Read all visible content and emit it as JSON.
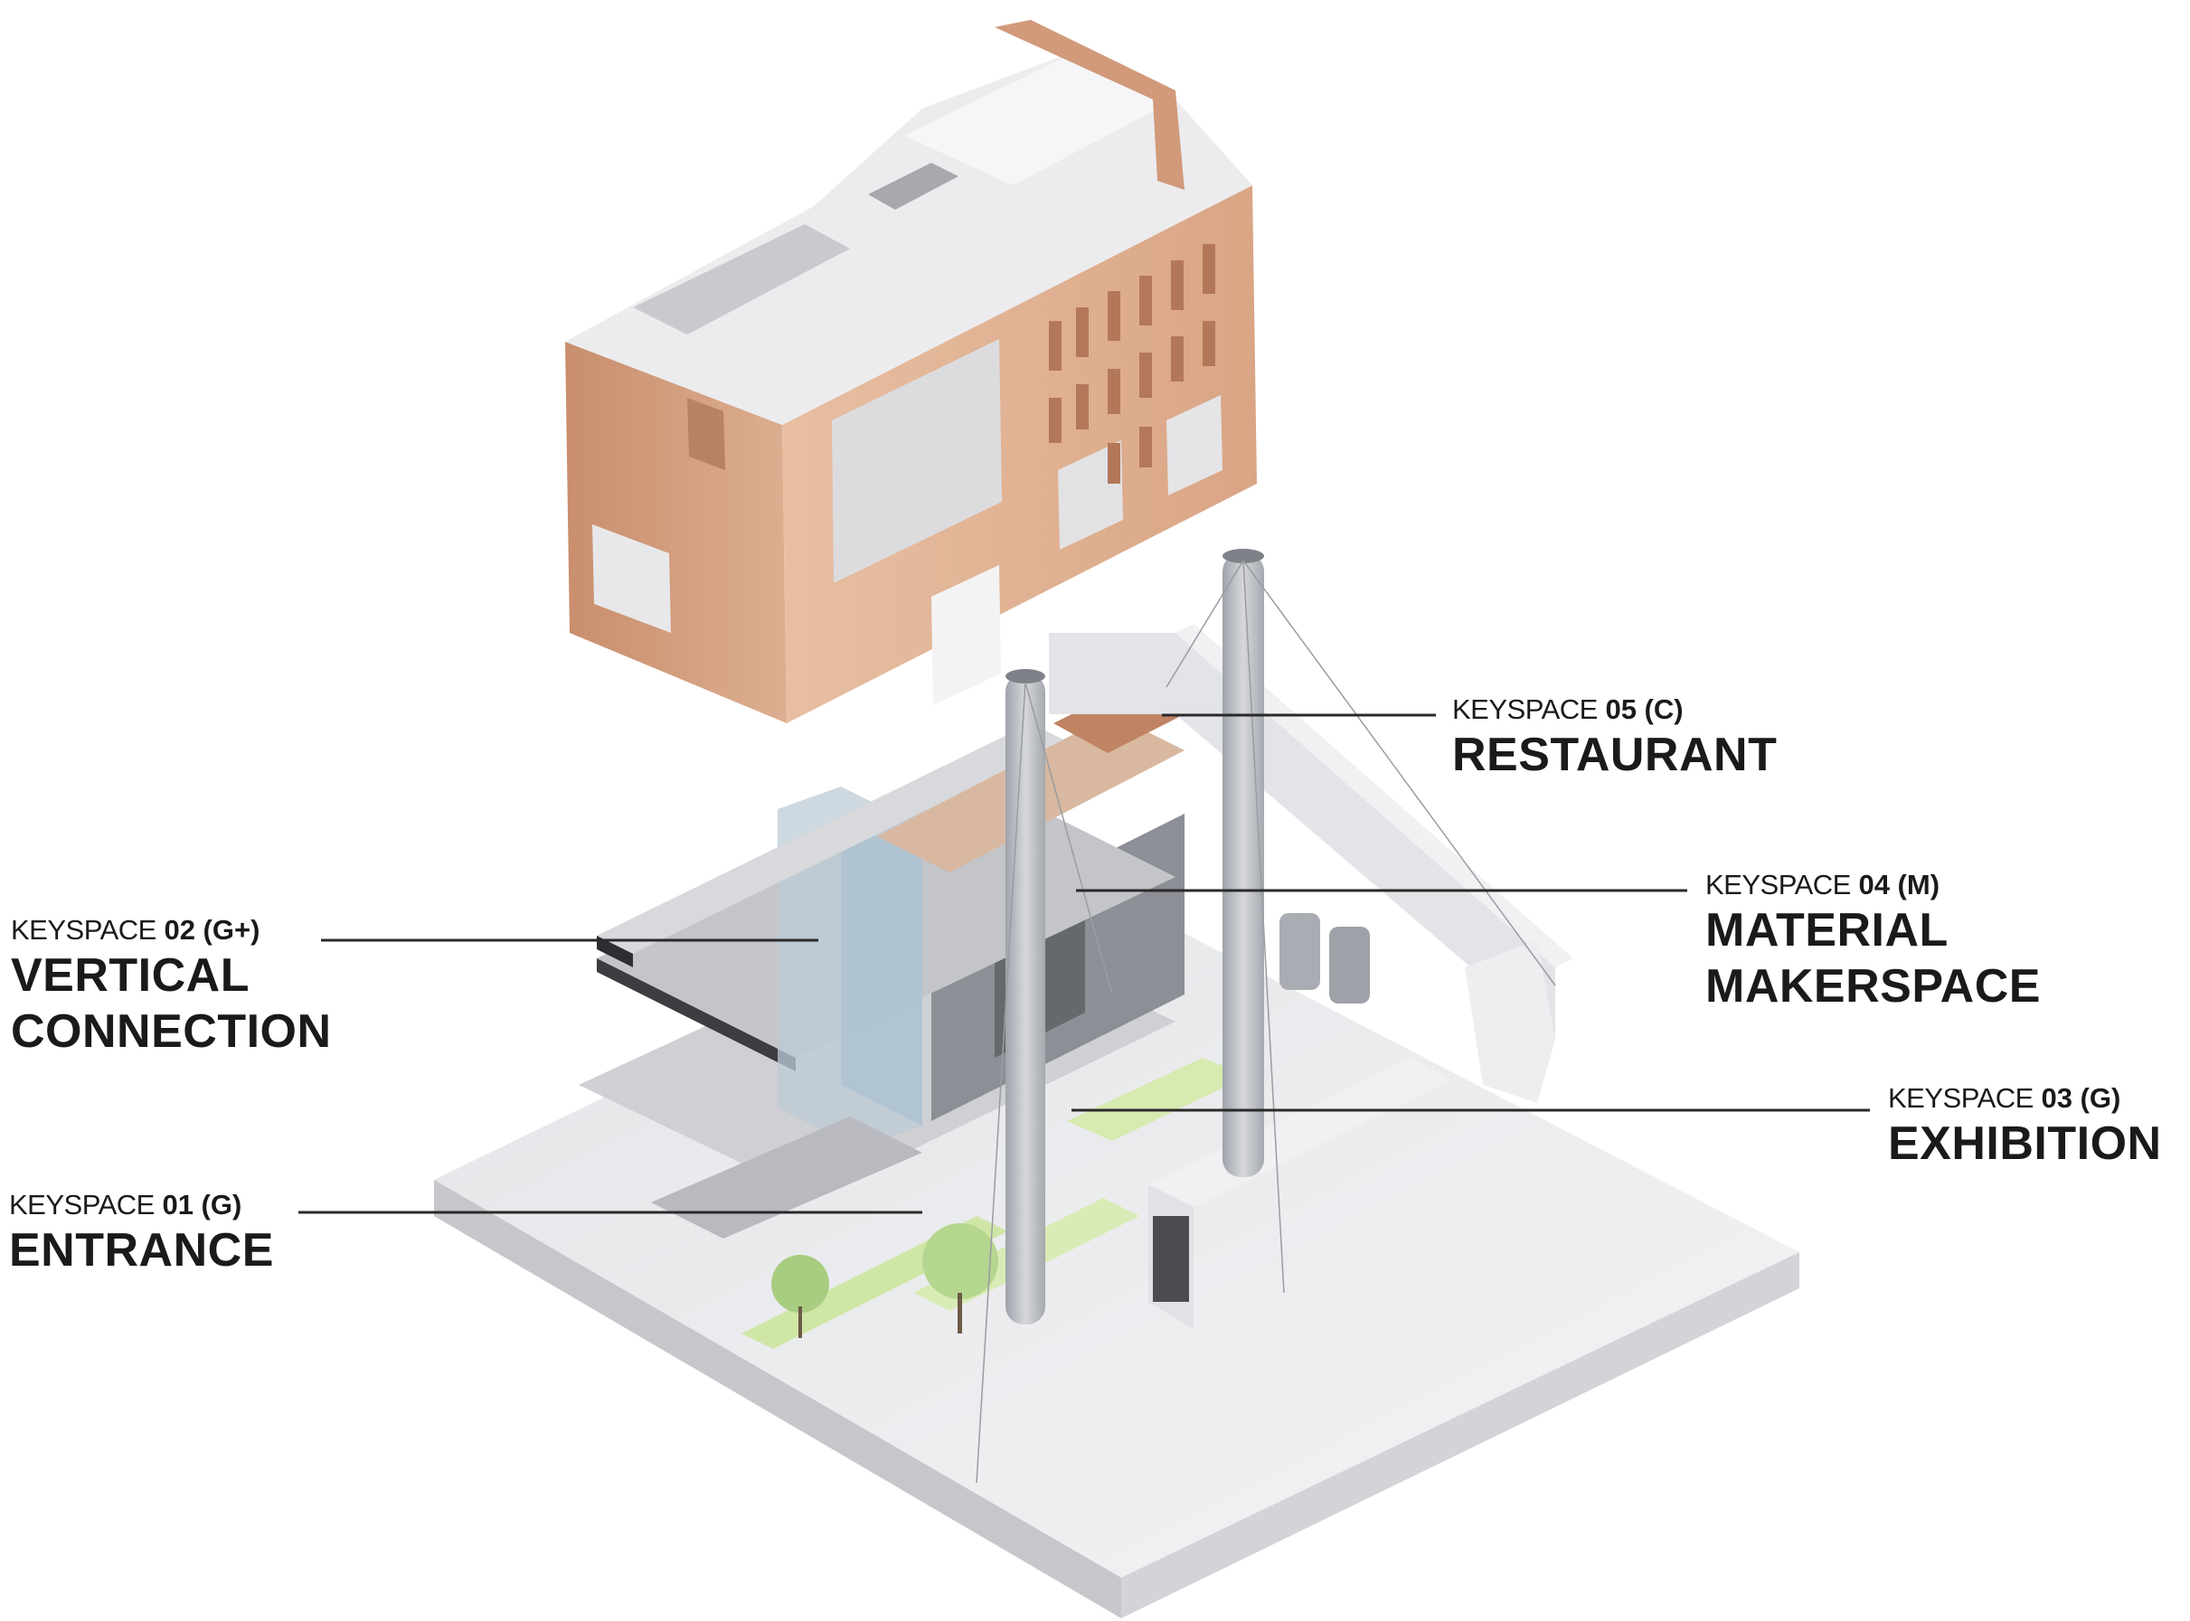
{
  "labels": {
    "ks05": {
      "prefix": "KEYSPACE",
      "code": "05 (C)",
      "name": "RESTAURANT"
    },
    "ks04": {
      "prefix": "KEYSPACE",
      "code": "04 (M)",
      "name_l1": "MATERIAL",
      "name_l2": "MAKERSPACE"
    },
    "ks02": {
      "prefix": "KEYSPACE",
      "code": "02 (G+)",
      "name_l1": "VERTICAL",
      "name_l2": "CONNECTION"
    },
    "ks03": {
      "prefix": "KEYSPACE",
      "code": "03 (G)",
      "name": "EXHIBITION"
    },
    "ks01": {
      "prefix": "KEYSPACE",
      "code": "01 (G)",
      "name": "ENTRANCE"
    }
  },
  "colors": {
    "brick": "#d9a585",
    "brick_dark": "#c58b69",
    "roof": "#e9e9ec",
    "slab": "#dcdde0",
    "ground": "#ececee",
    "grass": "#c8e49a",
    "chimney": "#b9bcc2",
    "leader": "#2a2a2a"
  }
}
